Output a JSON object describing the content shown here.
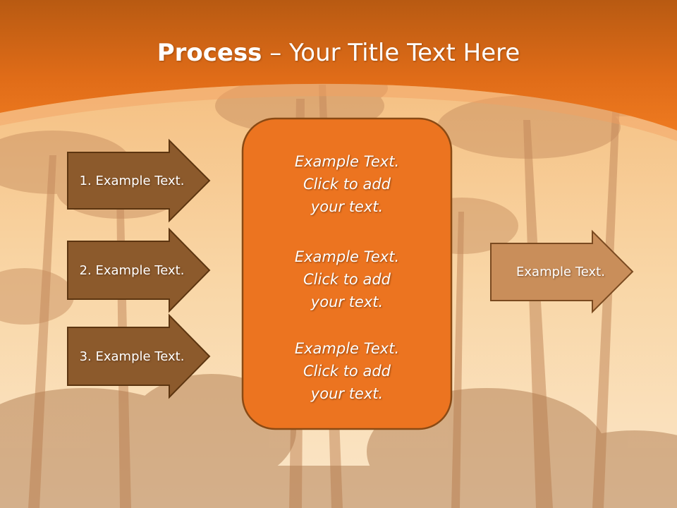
{
  "slide": {
    "title_bold": "Process",
    "title_rest": " – Your Title Text Here",
    "left_arrows": [
      {
        "label": "1. Example Text."
      },
      {
        "label": "2. Example Text."
      },
      {
        "label": "3. Example Text."
      }
    ],
    "center_box": {
      "items": [
        "Example Text.\nClick  to add\nyour text.",
        "Example Text.\nClick  to add\nyour text.",
        "Example Text.\nClick  to add\nyour text."
      ]
    },
    "right_arrow": {
      "label": "Example Text."
    }
  },
  "colors": {
    "header_orange": "#e8731c",
    "center_box_fill": "#ec7420",
    "center_box_border": "#8a4a14",
    "left_arrow_fill": "#8c5a2c",
    "right_arrow_fill": "#c98e5a",
    "arrow_border": "#5c3510"
  }
}
